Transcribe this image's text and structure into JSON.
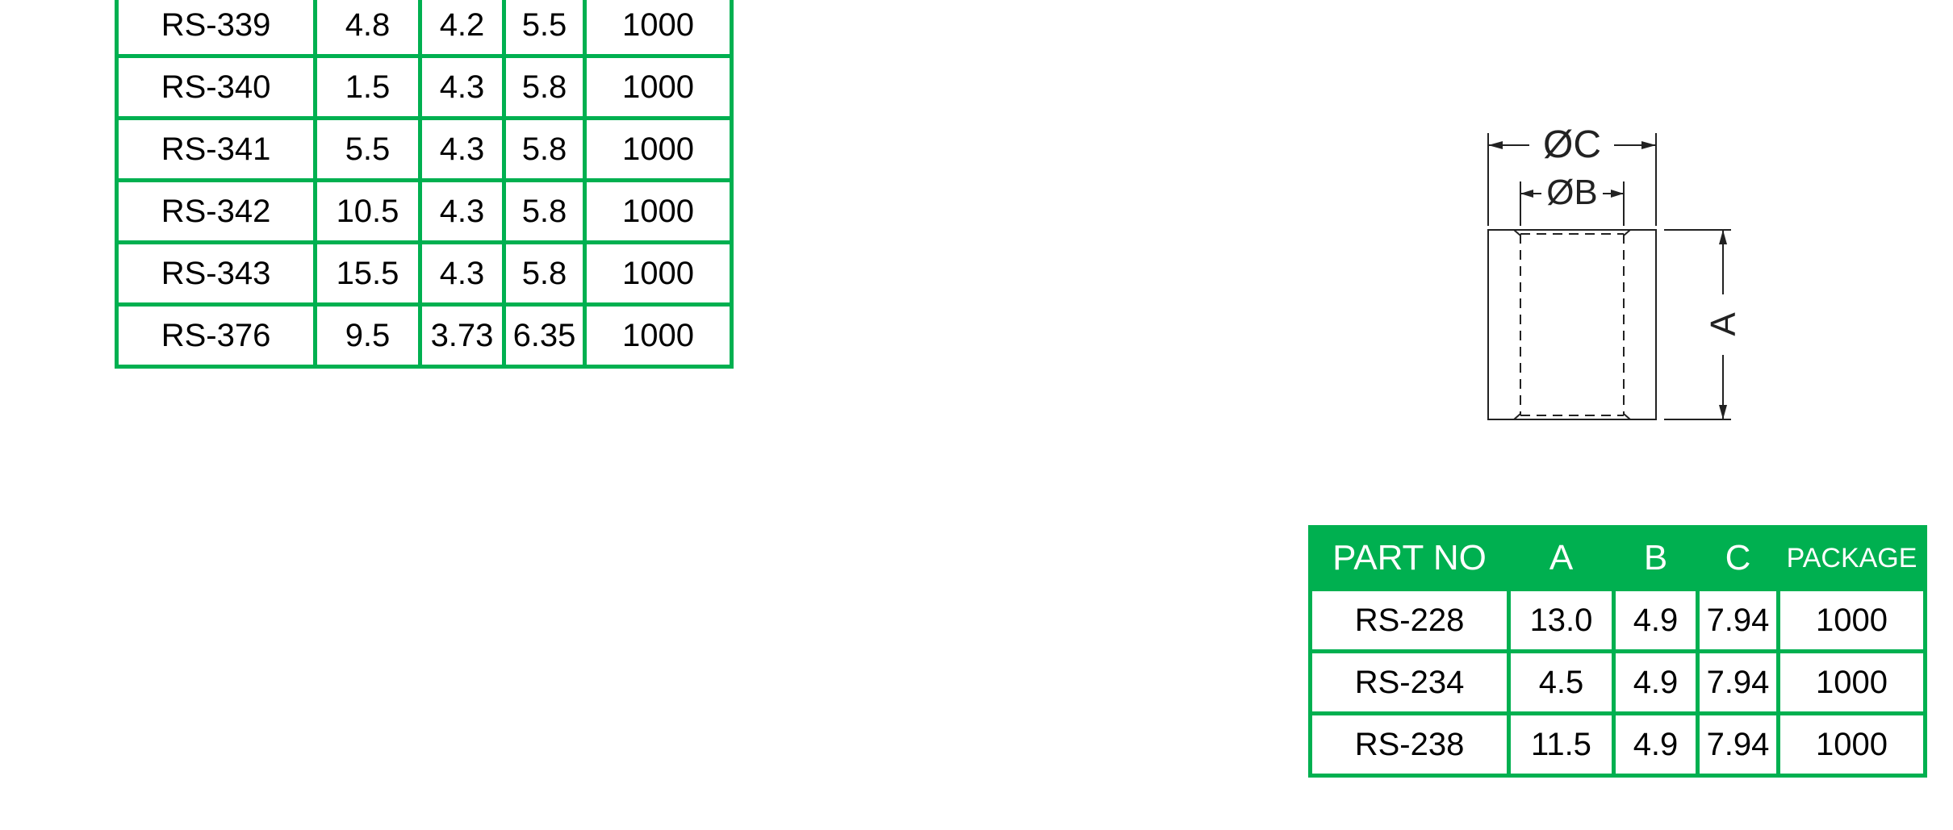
{
  "table_left": {
    "rows": [
      [
        "RS-339",
        "4.8",
        "4.2",
        "5.5",
        "1000"
      ],
      [
        "RS-340",
        "1.5",
        "4.3",
        "5.8",
        "1000"
      ],
      [
        "RS-341",
        "5.5",
        "4.3",
        "5.8",
        "1000"
      ],
      [
        "RS-342",
        "10.5",
        "4.3",
        "5.8",
        "1000"
      ],
      [
        "RS-343",
        "15.5",
        "4.3",
        "5.8",
        "1000"
      ],
      [
        "RS-376",
        "9.5",
        "3.73",
        "6.35",
        "1000"
      ]
    ]
  },
  "table_right": {
    "headers": [
      "PART NO",
      "A",
      "B",
      "C",
      "PACKAGE"
    ],
    "rows": [
      [
        "RS-228",
        "13.0",
        "4.9",
        "7.94",
        "1000"
      ],
      [
        "RS-234",
        "4.5",
        "4.9",
        "7.94",
        "1000"
      ],
      [
        "RS-238",
        "11.5",
        "4.9",
        "7.94",
        "1000"
      ]
    ]
  },
  "drawing": {
    "label_outer_diameter": "ØC",
    "label_inner_diameter": "ØB",
    "label_length": "A"
  },
  "colors": {
    "table_green": "#00b050",
    "drawing_line": "#222222"
  }
}
